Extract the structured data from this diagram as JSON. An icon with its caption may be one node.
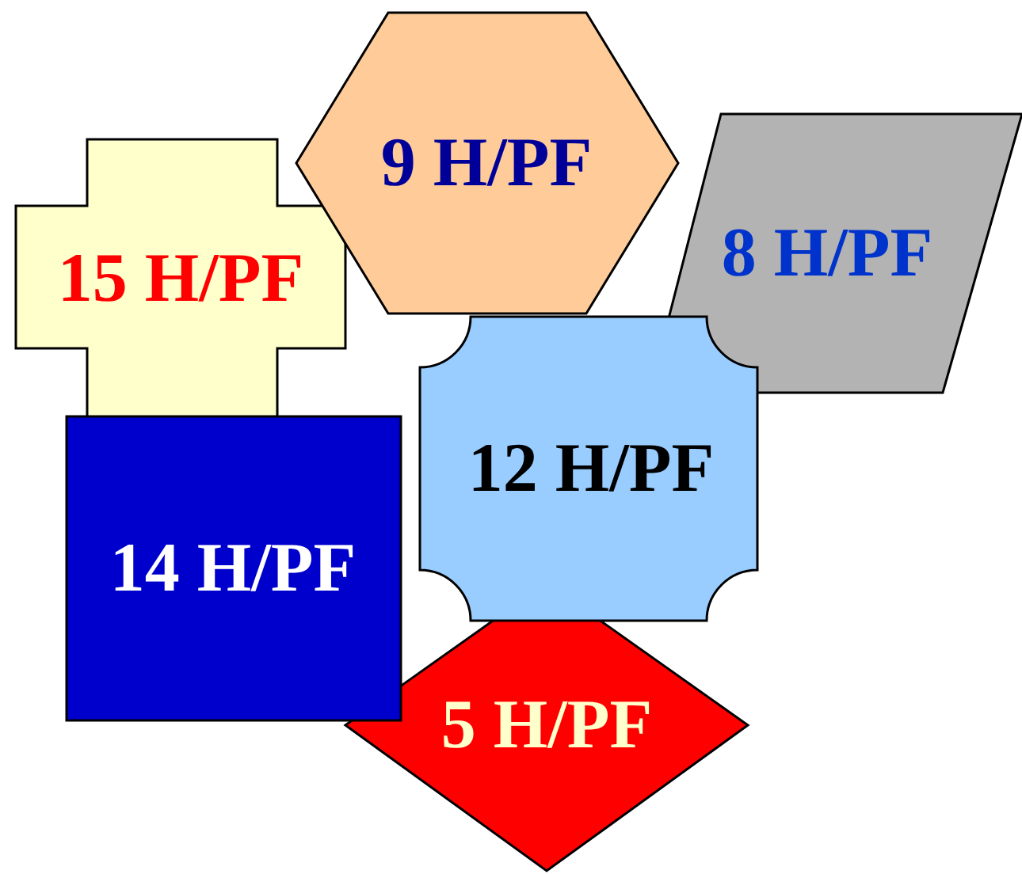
{
  "diagram": {
    "nodes": [
      {
        "text": [
          "9 H/PF"
        ]
      },
      {
        "text": [
          "15 H/PF"
        ]
      },
      {
        "text": [
          "8 H/PF"
        ]
      },
      {
        "text": [
          "12 H/PF"
        ]
      },
      {
        "text": [
          "14 H/PF"
        ]
      },
      {
        "text": [
          "5 H/PF"
        ]
      }
    ]
  }
}
